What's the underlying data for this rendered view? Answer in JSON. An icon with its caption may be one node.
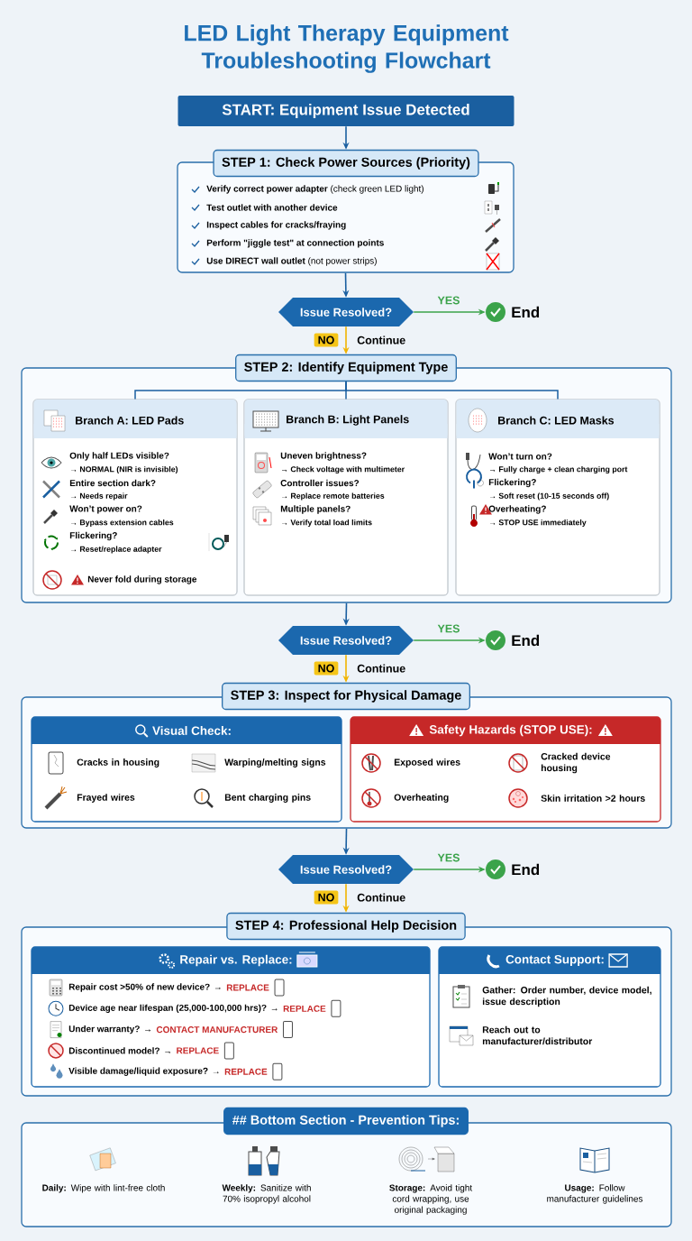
{
  "diagram": {
    "title": "LED Light Therapy Equipment Troubleshooting Flowchart",
    "nodes": [
      {
        "text": [
          "START: Equipment Issue Detected"
        ]
      },
      {
        "text": [
          "STEP 1: Check Power Sources (Priority)",
          "**Verify correct power adapter** (check green LED light)",
          "Test outlet with another device",
          "Inspect cables for cracks/fraying",
          "Perform \"jiggle test\" at connection points",
          "**Use DIRECT wall outlet** (not power strips)"
        ]
      },
      {
        "text": [
          "Issue Resolved?"
        ]
      },
      {
        "text": [
          "End"
        ]
      },
      {
        "text": [
          "STEP 2: Identify Equipment Type"
        ]
      },
      {
        "text": [
          "Branch A: LED Pads",
          "Only half LEDs visible?",
          "→ NORMAL (NIR is invisible)",
          "Entire section dark?",
          "→ Needs repair",
          "Won’t power on?",
          "→ Bypass extension cables",
          "Flickering?",
          "→ Reset/replace adapter",
          "Never fold during storage"
        ],
        "in": 4
      },
      {
        "text": [
          "Branch B: Light Panels",
          "Uneven brightness?",
          "→ Check voltage with multimeter",
          "Controller issues?",
          "→ Replace remote batteries",
          "Multiple panels?",
          "→ Verify total load limits"
        ],
        "in": 4
      },
      {
        "text": [
          "Branch C: LED Masks",
          "Won’t turn on?",
          "→ Fully charge + clean charging port",
          "Flickering?",
          "→ Soft reset (10-15 seconds off)",
          "Overheating?",
          "→ STOP USE immediately"
        ],
        "in": 4
      },
      {
        "text": [
          "Issue Resolved?"
        ]
      },
      {
        "text": [
          "End"
        ]
      },
      {
        "text": [
          "STEP 3: Inspect for Physical Damage"
        ]
      },
      {
        "text": [
          "Visual Check:",
          "Cracks in housing",
          "Warping/melting signs",
          "Frayed wires",
          "Bent charging pins"
        ],
        "in": 10
      },
      {
        "text": [
          "Safety Hazards (STOP USE):",
          "Exposed wires",
          "Cracked device housing",
          "Overheating",
          "Skin irritation >2 hours"
        ],
        "in": 10
      },
      {
        "text": [
          "Issue Resolved?"
        ]
      },
      {
        "text": [
          "End"
        ]
      },
      {
        "text": [
          "STEP 4: Professional Help Decision"
        ]
      },
      {
        "text": [
          "Repair vs. Replace:",
          "Repair cost >50% of new device? →",
          "REPLACE",
          "Device age near lifespan (25,000-100,000 hrs)? →",
          "REPLACE",
          "Under warranty? →",
          "CONTACT MANUFACTURER",
          "Discontinued model? →",
          "REPLACE",
          "Visible damage/liquid exposure? →",
          "REPLACE"
        ],
        "in": 15
      },
      {
        "text": [
          "Contact Support:",
          "Gather: Order number, device model, issue description",
          "Reach out to manufacturer/distributor"
        ],
        "in": 15
      },
      {
        "text": [
          "## Bottom Section - Prevention Tips:",
          "**Daily:** Wipe with lint-free cloth",
          "**Weekly:** Sanitize with 70% isopropyl alcohol",
          "**Storage:** Avoid tight cord wrapping, use original packaging",
          "**Usage:** Follow manufacturer guidelines"
        ]
      }
    ],
    "edges": [
      {
        "from": 0,
        "to": 1,
        "arrow": "to"
      },
      {
        "from": 1,
        "to": 2,
        "arrow": "to"
      },
      {
        "from": 2,
        "to": 3,
        "arrow": "to",
        "label": "YES",
        "color": "#3ba34a"
      },
      {
        "from": 2,
        "to": 4,
        "arrow": "to",
        "label": "NO",
        "color": "#f0b400"
      },
      {
        "from": 4,
        "to": 5,
        "arrow": "none"
      },
      {
        "from": 4,
        "to": 6,
        "arrow": "none"
      },
      {
        "from": 4,
        "to": 7,
        "arrow": "none"
      },
      {
        "from": 4,
        "to": 8,
        "arrow": "to"
      },
      {
        "from": 8,
        "to": 9,
        "arrow": "to",
        "label": "YES",
        "color": "#3ba34a"
      },
      {
        "from": 8,
        "to": 10,
        "arrow": "to",
        "label": "NO",
        "color": "#f0b400"
      },
      {
        "from": 10,
        "to": 13,
        "arrow": "to"
      },
      {
        "from": 13,
        "to": 14,
        "arrow": "to",
        "label": "YES",
        "color": "#3ba34a"
      },
      {
        "from": 13,
        "to": 15,
        "arrow": "to",
        "label": "NO",
        "color": "#f0b400"
      }
    ],
    "labels": [
      "Continue",
      "Continue",
      "Continue"
    ]
  }
}
